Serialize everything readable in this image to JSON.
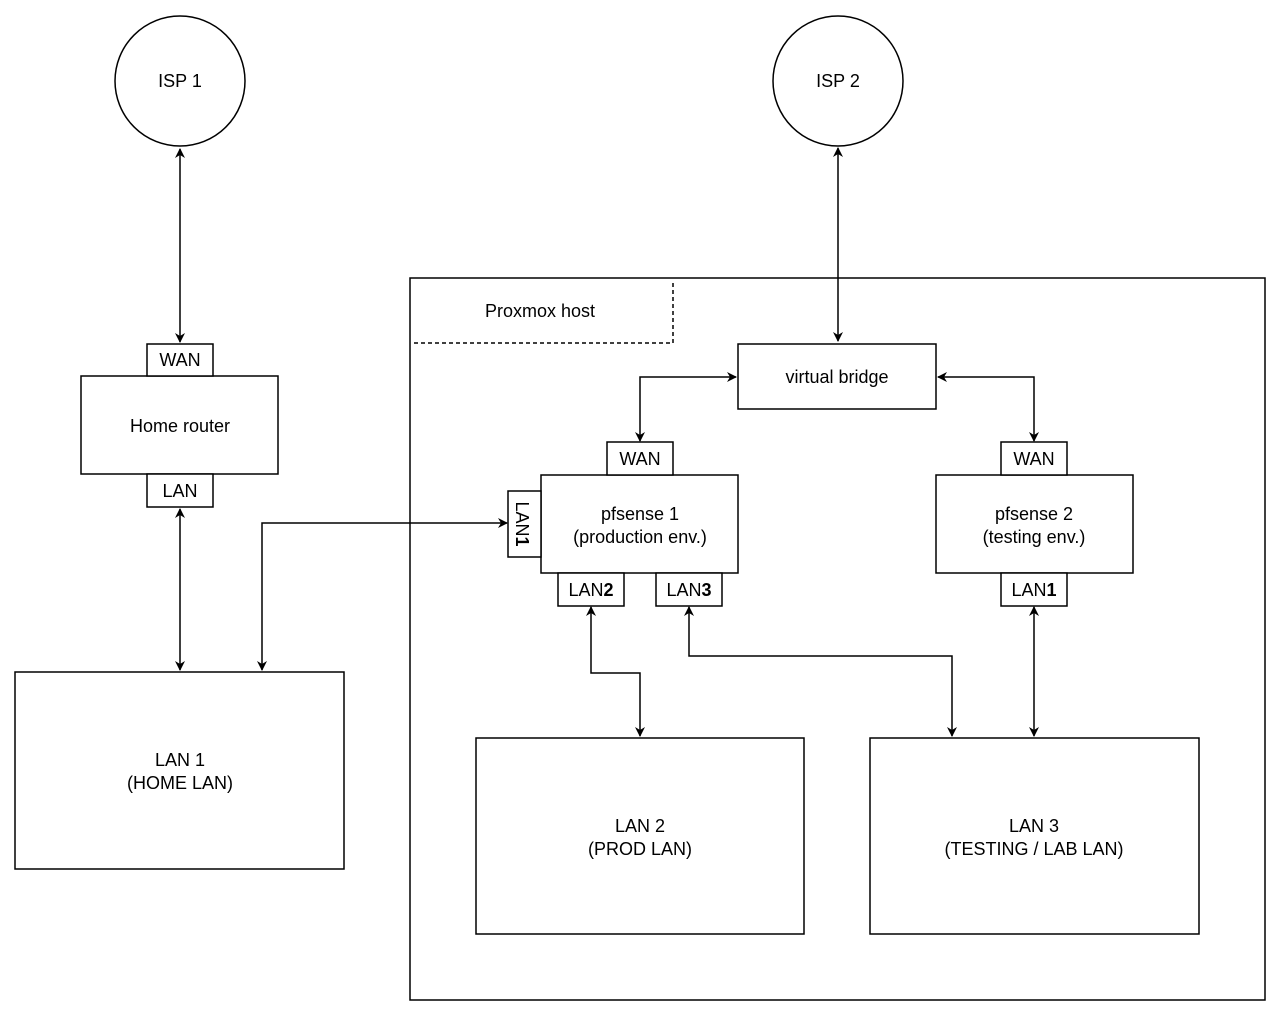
{
  "isp1": {
    "label": "ISP 1"
  },
  "isp2": {
    "label": "ISP 2"
  },
  "home_router": {
    "label": "Home router",
    "wan_port": "WAN",
    "lan_port": "LAN"
  },
  "proxmox_host": {
    "label": "Proxmox host"
  },
  "virtual_bridge": {
    "label": "virtual bridge"
  },
  "pfsense1": {
    "label_line1": "pfsense 1",
    "label_line2": "(production env.)",
    "wan_port": "WAN",
    "lan1_port": {
      "prefix": "LAN",
      "number": "1"
    },
    "lan2_port": {
      "prefix": "LAN",
      "number": "2"
    },
    "lan3_port": {
      "prefix": "LAN",
      "number": "3"
    }
  },
  "pfsense2": {
    "label_line1": "pfsense 2",
    "label_line2": "(testing env.)",
    "wan_port": "WAN",
    "lan1_port": {
      "prefix": "LAN",
      "number": "1"
    }
  },
  "lan1": {
    "line1": "LAN 1",
    "line2": "(HOME LAN)"
  },
  "lan2": {
    "line1": "LAN 2",
    "line2": "(PROD LAN)"
  },
  "lan3": {
    "line1": "LAN 3",
    "line2": "(TESTING / LAB LAN)"
  }
}
